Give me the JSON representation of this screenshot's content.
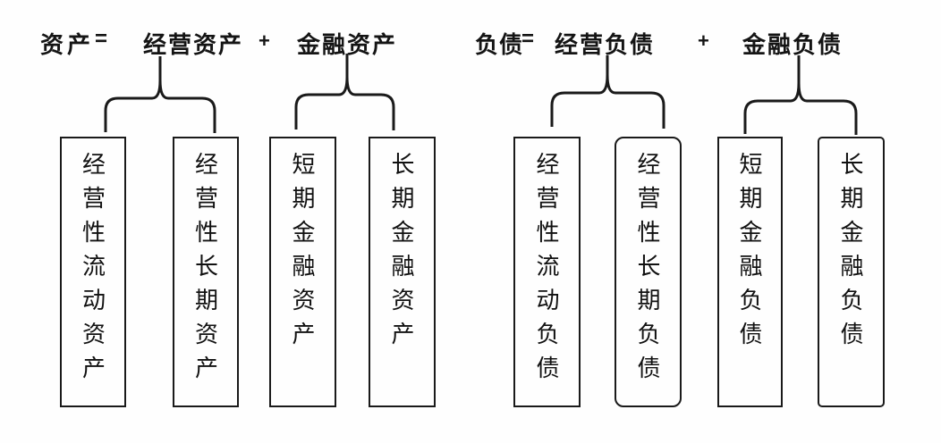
{
  "equations": {
    "assets": {
      "lhs": "资产",
      "eq": "=",
      "term1": "经营资产",
      "plus": "+",
      "term2": "金融资产"
    },
    "liabilities": {
      "lhs": "负债",
      "eq": "=",
      "term1": "经营负债",
      "plus": "+",
      "term2": "金融负债"
    }
  },
  "boxes": [
    {
      "name": "operating-current-assets",
      "label": "经营性流动资产"
    },
    {
      "name": "operating-long-term-assets",
      "label": "经营性长期资产"
    },
    {
      "name": "short-term-financial-assets",
      "label": "短期金融资产"
    },
    {
      "name": "long-term-financial-assets",
      "label": "长期金融资产"
    },
    {
      "name": "operating-current-liabilities",
      "label": "经营性流动负债"
    },
    {
      "name": "operating-long-term-liabilities",
      "label": "经营性长期负债"
    },
    {
      "name": "short-term-financial-liabilities",
      "label": "短期金融负债"
    },
    {
      "name": "long-term-financial-liabilities",
      "label": "长期金融负债"
    }
  ],
  "colors": {
    "line": "#1a1a1a",
    "text": "#111111",
    "background": "#fefefe"
  }
}
